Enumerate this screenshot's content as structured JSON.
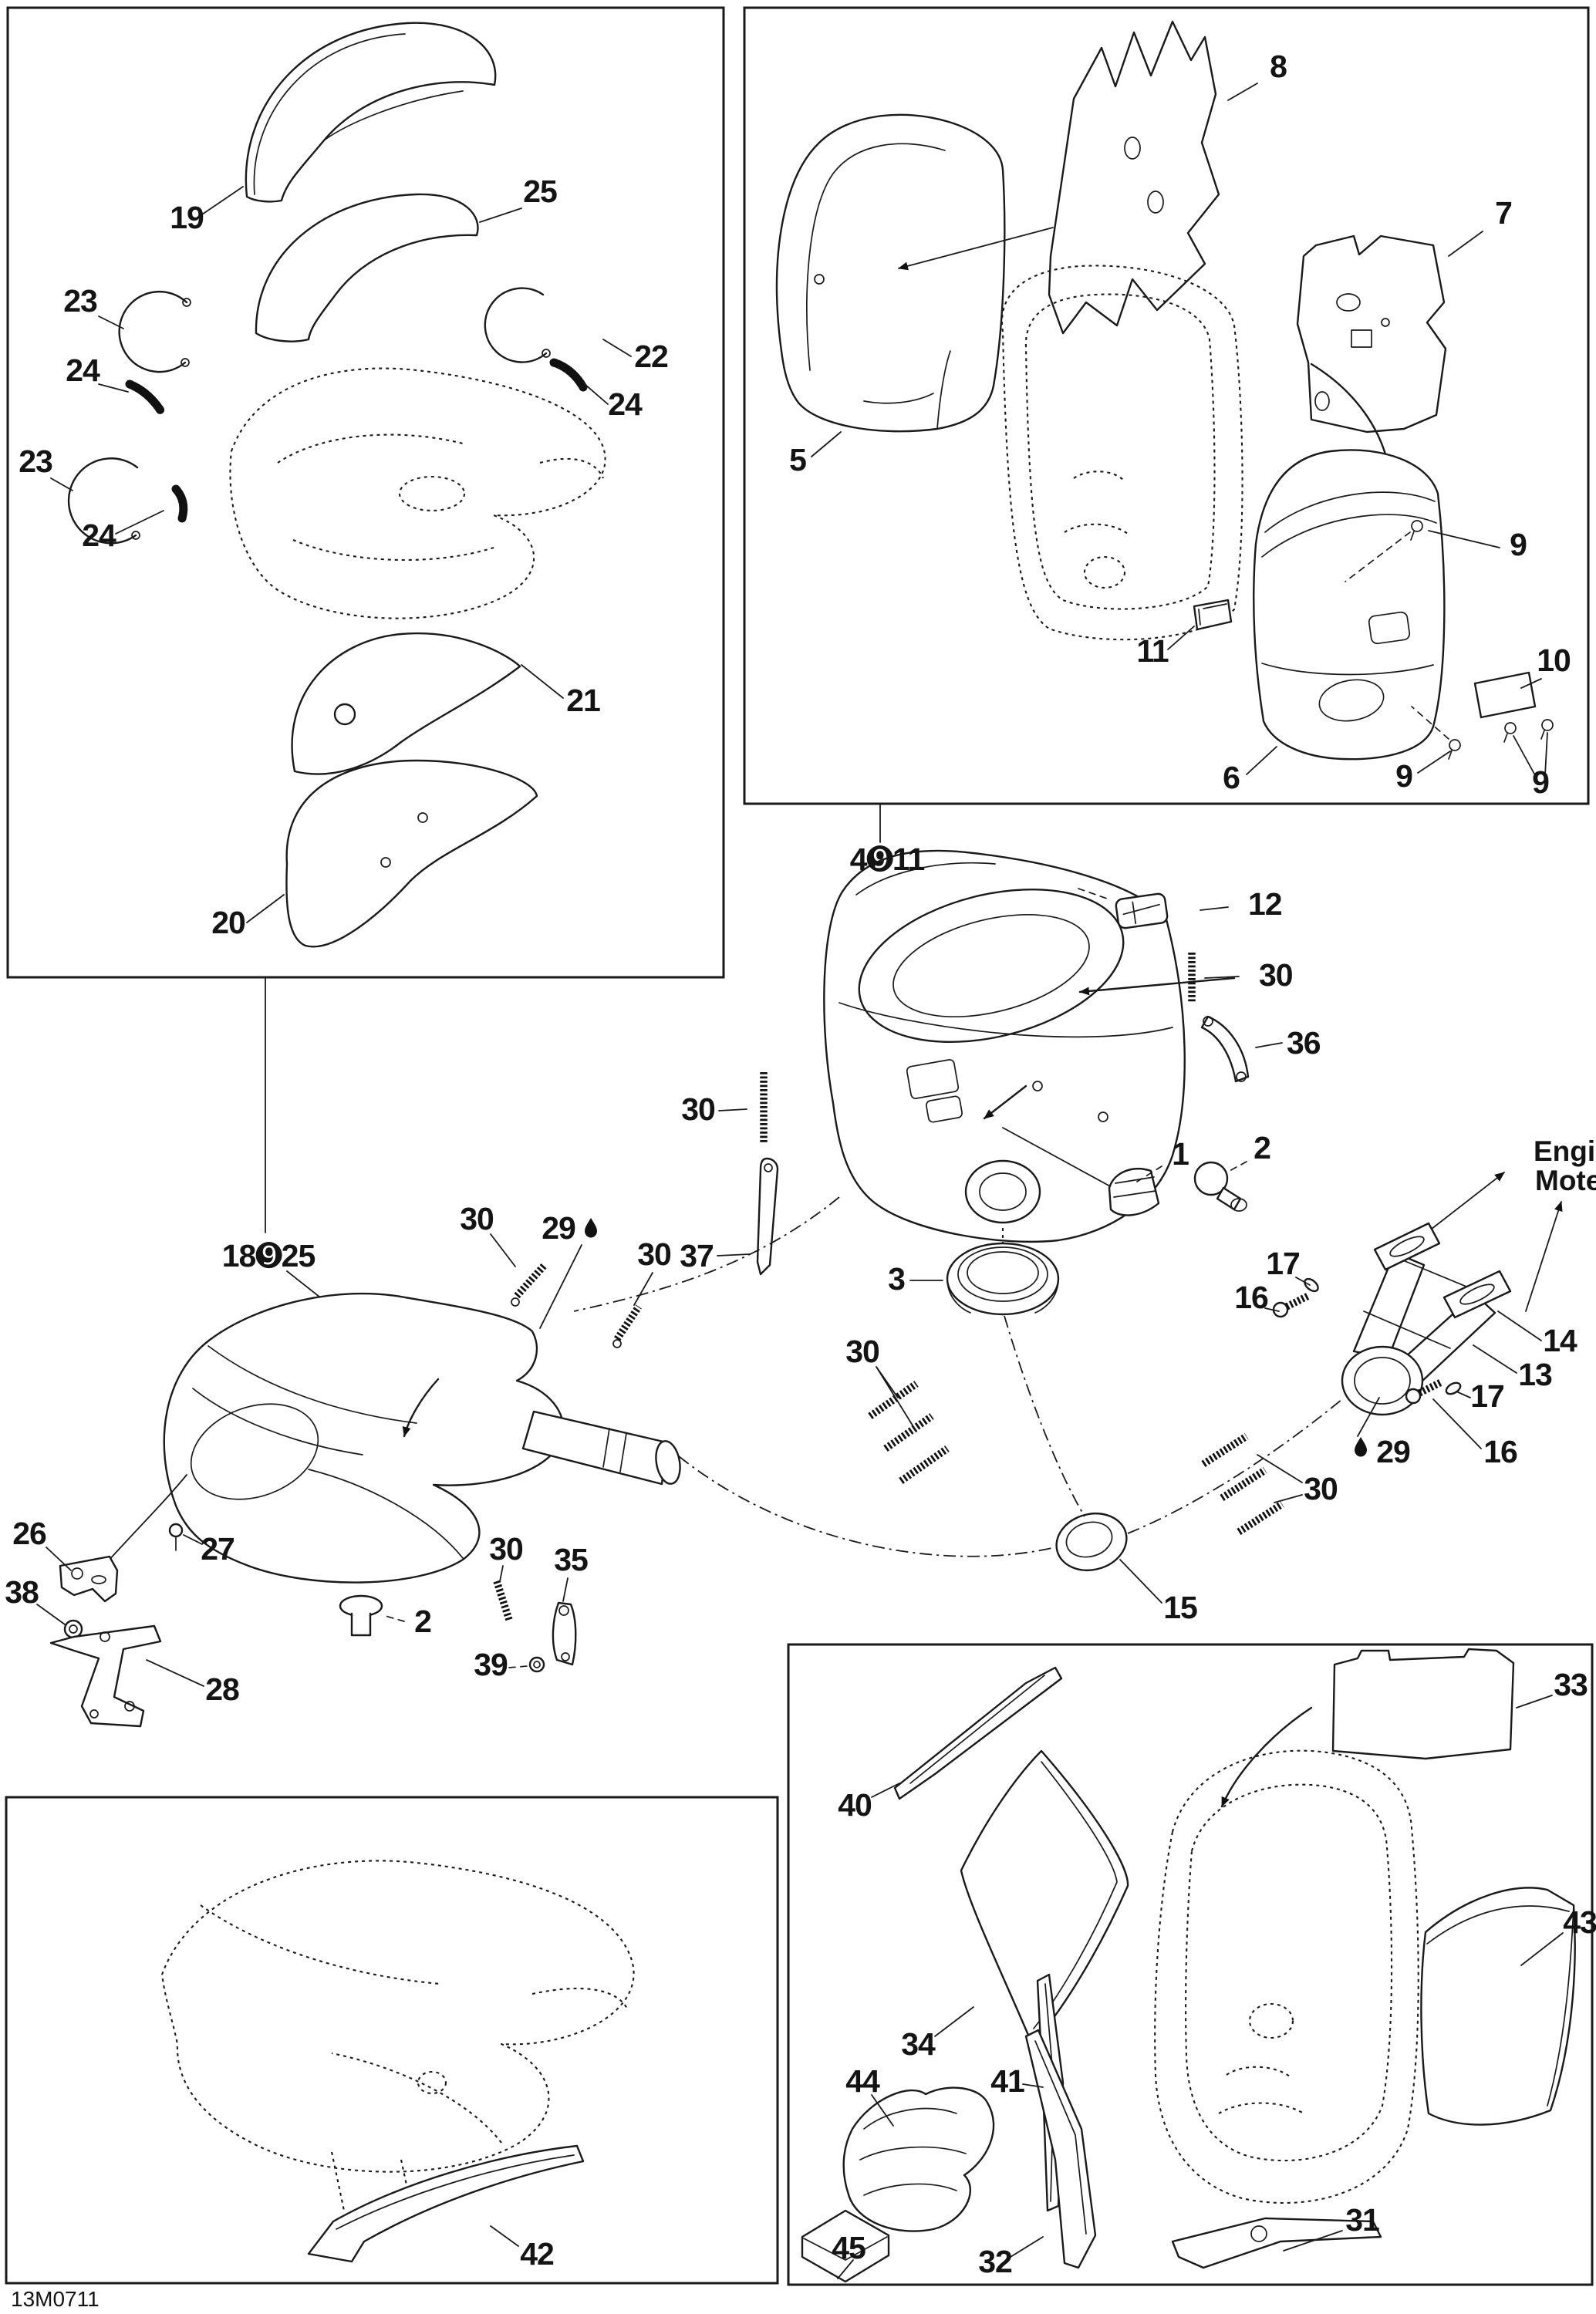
{
  "diagram": {
    "code": "13M0711",
    "engine_line1": "Engine /",
    "engine_line2": "Moteur"
  },
  "callouts": {
    "c19": "19",
    "c25": "25",
    "c23a": "23",
    "c24a": "24",
    "c22": "22",
    "c24b": "24",
    "c23b": "23",
    "c24c": "24",
    "c21": "21",
    "c20": "20",
    "c8": "8",
    "c7": "7",
    "c5": "5",
    "c11": "11",
    "c9a": "9",
    "c9b": "9",
    "c9c": "9",
    "c10": "10",
    "c6": "6",
    "c4_11": "4➒11",
    "c12": "12",
    "c30a": "30",
    "c36": "36",
    "c30b": "30",
    "c37": "37",
    "c1": "1",
    "c2a": "2",
    "c3": "3",
    "c17a": "17",
    "c16a": "16",
    "c30c": "30",
    "c14": "14",
    "c13": "13",
    "c17b": "17",
    "c16b": "16",
    "c29a": "29",
    "c30d": "30",
    "c15": "15",
    "c18_25": "18➒25",
    "c30e": "30",
    "c29b": "29",
    "c30f": "30",
    "c26": "26",
    "c27": "27",
    "c38": "38",
    "c28": "28",
    "c2b": "2",
    "c30g": "30",
    "c35": "35",
    "c39": "39",
    "c42": "42",
    "c40": "40",
    "c33": "33",
    "c34": "34",
    "c41": "41",
    "c44": "44",
    "c45": "45",
    "c32": "32",
    "c31": "31",
    "c43": "43"
  }
}
